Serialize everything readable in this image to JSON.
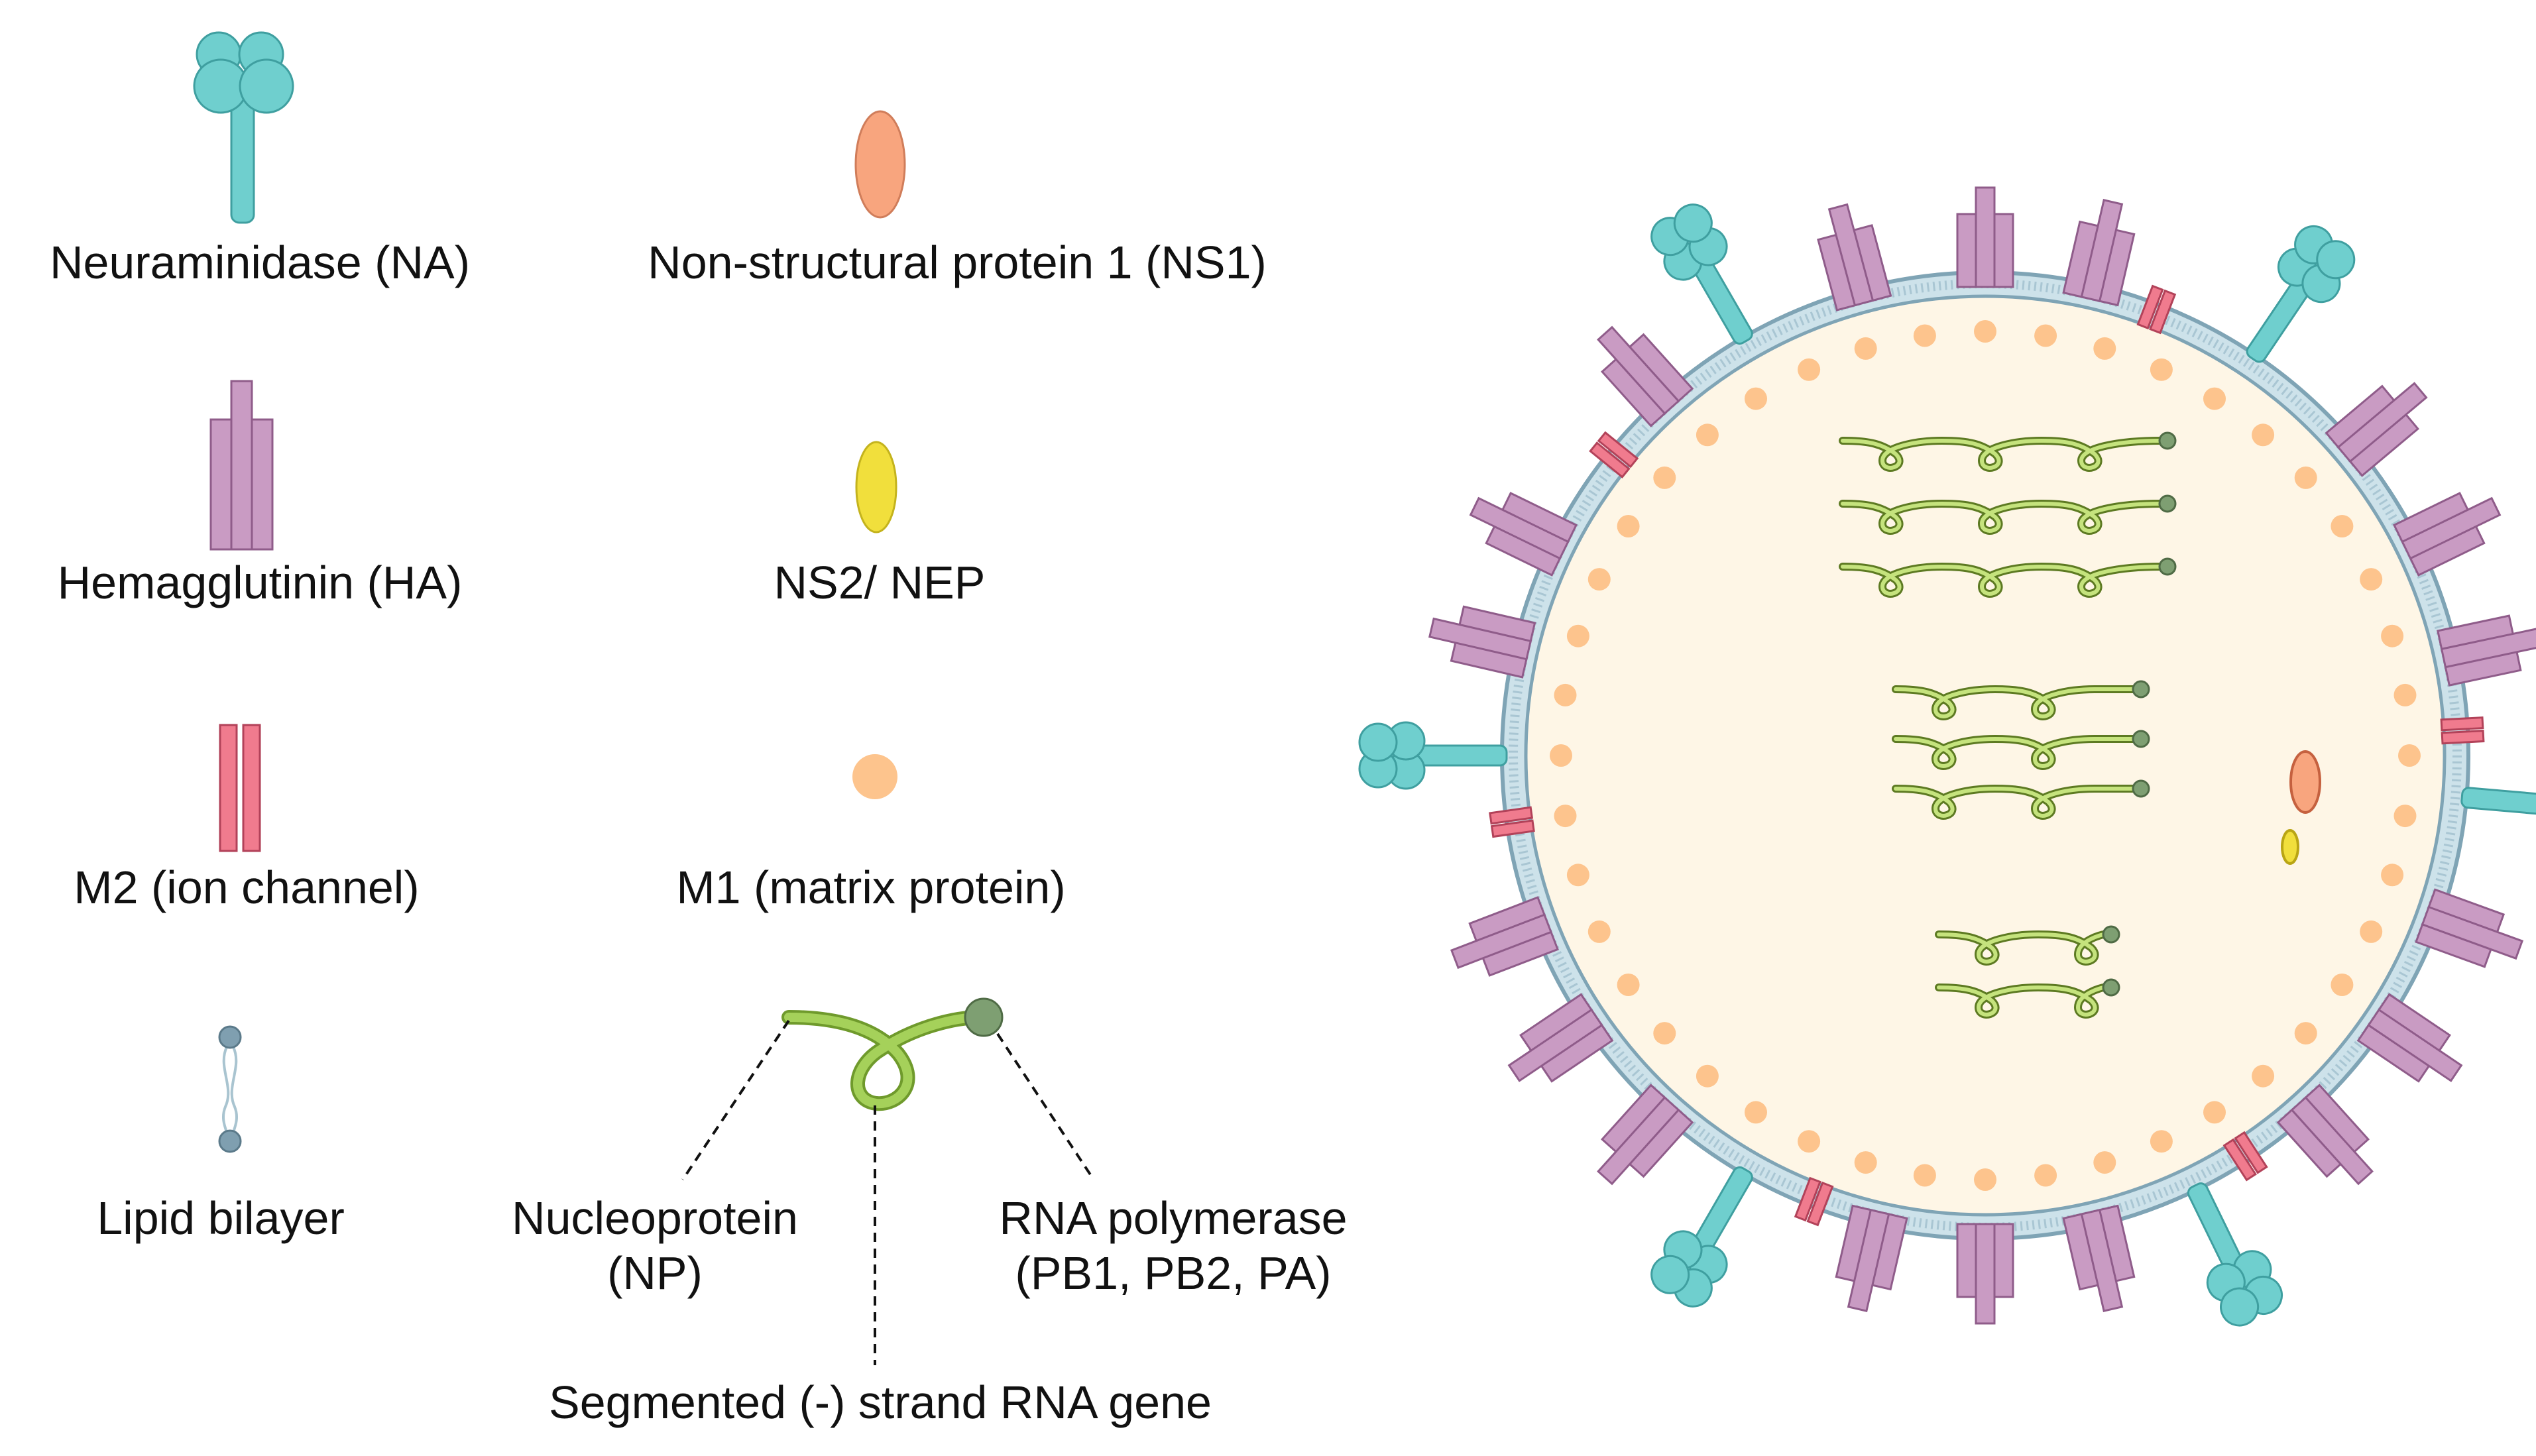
{
  "legend": {
    "neuraminidase": "Neuraminidase (NA)",
    "hemagglutinin": "Hemagglutinin (HA)",
    "m2": "M2 (ion channel)",
    "lipid": "Lipid bilayer",
    "ns1": "Non-structural protein 1 (NS1)",
    "ns2": "NS2/ NEP",
    "m1": "M1 (matrix protein)",
    "np_line1": "Nucleoprotein",
    "np_line2": "(NP)",
    "rnap_line1": "RNA polymerase",
    "rnap_line2": "(PB1, PB2, PA)",
    "segment": "Segmented (-) strand RNA gene"
  },
  "colors": {
    "na": "#6fcfce",
    "ha": "#c99bc3",
    "m2": "#f07b8e",
    "lipid": "#8fb2c2",
    "ns1": "#f8a57e",
    "ns2": "#f1df3c",
    "m1": "#fdc48d",
    "rna": "#a5d15a",
    "polymerase": "#7e9f72",
    "interior": "#fef6e6",
    "membrane": "#cde2ea"
  }
}
